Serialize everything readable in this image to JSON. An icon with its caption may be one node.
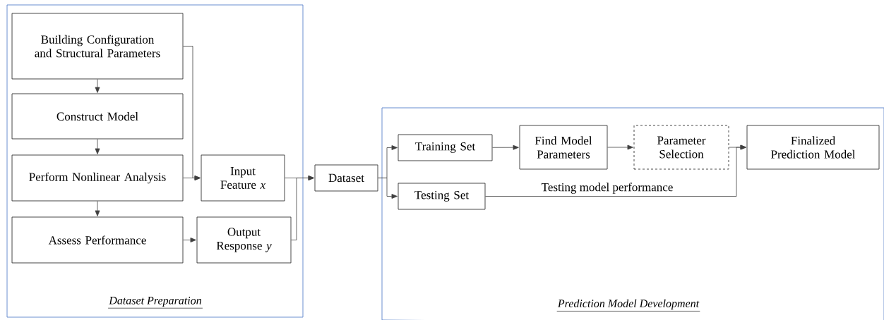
{
  "diagram": {
    "nodes": [
      {
        "text": [
          "Dataset Preparation"
        ]
      },
      {
        "text": [
          "Building Configuration and Structural Parameters"
        ],
        "in": 0
      },
      {
        "text": [
          "Construct Model"
        ],
        "in": 0
      },
      {
        "text": [
          "Perform Nonlinear Analysis"
        ],
        "in": 0
      },
      {
        "text": [
          "Assess Performance"
        ],
        "in": 0
      },
      {
        "text": [
          "Input Feature *x*"
        ],
        "in": 0
      },
      {
        "text": [
          "Output Response *y*"
        ],
        "in": 0
      },
      {
        "text": [
          "Dataset"
        ]
      },
      {
        "text": [
          "Prediction Model Development"
        ]
      },
      {
        "text": [
          "Training Set"
        ],
        "in": 8
      },
      {
        "text": [
          "Testing Set"
        ],
        "in": 8
      },
      {
        "text": [
          "Find Model Parameters"
        ],
        "in": 8
      },
      {
        "text": [
          "Parameter Selection"
        ],
        "in": 8
      },
      {
        "text": [
          "Finalized Prediction Model"
        ],
        "in": 8
      }
    ],
    "edges": [
      {
        "from": 1,
        "to": 2,
        "arrow": "to"
      },
      {
        "from": 2,
        "to": 3,
        "arrow": "to"
      },
      {
        "from": 3,
        "to": 4,
        "arrow": "to"
      },
      {
        "from": 1,
        "to": 5,
        "arrow": "to"
      },
      {
        "from": 3,
        "to": 5,
        "arrow": "to"
      },
      {
        "from": 4,
        "to": 6,
        "arrow": "to"
      },
      {
        "from": 5,
        "to": 7,
        "arrow": "to"
      },
      {
        "from": 6,
        "to": 7,
        "arrow": "to"
      },
      {
        "from": 7,
        "to": 9,
        "arrow": "to"
      },
      {
        "from": 7,
        "to": 10,
        "arrow": "to"
      },
      {
        "from": 9,
        "to": 11,
        "arrow": "to"
      },
      {
        "from": 11,
        "to": 12,
        "arrow": "to"
      },
      {
        "from": 12,
        "to": 13,
        "arrow": "to"
      },
      {
        "from": 10,
        "to": 13,
        "arrow": "to",
        "label": "Testing model performance"
      }
    ]
  }
}
